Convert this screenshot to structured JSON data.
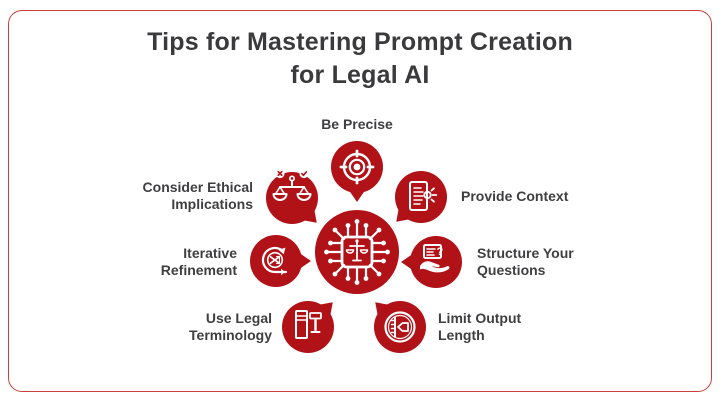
{
  "theme": {
    "red": "#b01218",
    "frame_border": "#c8423a",
    "title_text": "#3a3a3c",
    "label_text": "#3f3f41",
    "background": "#ffffff",
    "icon_color": "#ffffff"
  },
  "title": "Tips for Mastering Prompt Creation\nfor Legal AI",
  "center": {
    "icon": "legal-ai-chip-icon",
    "description": "central hub circle with AI chip and scales of justice"
  },
  "tips": [
    {
      "id": "be-precise",
      "label": "Be Precise",
      "icon": "target-icon",
      "label_position": "top",
      "tail_direction": "down"
    },
    {
      "id": "provide-context",
      "label": "Provide Context",
      "icon": "document-rays-icon",
      "label_position": "right",
      "tail_direction": "down-left"
    },
    {
      "id": "structure-your-questions",
      "label": "Structure Your\nQuestions",
      "icon": "hand-question-card-icon",
      "label_position": "right",
      "tail_direction": "left"
    },
    {
      "id": "limit-output-length",
      "label": "Limit Output\nLength",
      "icon": "length-limit-arrow-icon",
      "label_position": "right",
      "tail_direction": "up-left"
    },
    {
      "id": "use-legal-terminology",
      "label": "Use Legal\nTerminology",
      "icon": "book-gavel-icon",
      "label_position": "left",
      "tail_direction": "up-right"
    },
    {
      "id": "iterative-refinement",
      "label": "Iterative\nRefinement",
      "icon": "cycle-shuffle-icon",
      "label_position": "left",
      "tail_direction": "right"
    },
    {
      "id": "consider-ethical-implications",
      "label": "Consider Ethical\nImplications",
      "icon": "ethics-scales-icon",
      "label_position": "left",
      "tail_direction": "down-right"
    }
  ]
}
